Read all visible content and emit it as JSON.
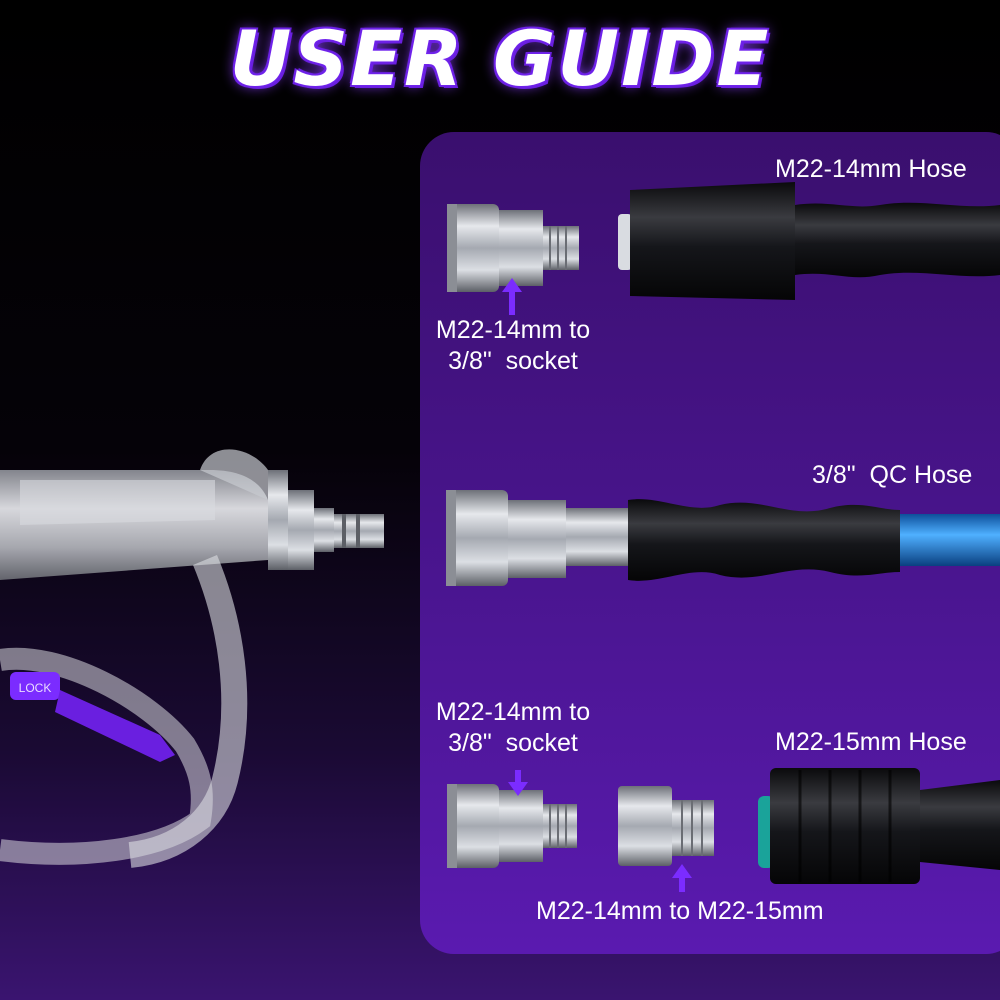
{
  "title": "USER GUIDE",
  "gun": {
    "lock_label": "LOCK"
  },
  "labels": {
    "hose_m22_14": "M22-14mm Hose",
    "adapter_top_line1": "M22-14mm to",
    "adapter_top_line2": "3/8\"  socket",
    "hose_qc": "3/8\"  QC Hose",
    "adapter_bottom_line1": "M22-14mm to",
    "adapter_bottom_line2": "3/8\"  socket",
    "hose_m22_15": "M22-15mm Hose",
    "adapter_m22_15": "M22-14mm to M22-15mm"
  },
  "colors": {
    "accent_purple": "#7b2cff",
    "panel_purple": "#4a1590",
    "hose_blue": "#2f8fe0",
    "metal": "#b8bcc4"
  }
}
